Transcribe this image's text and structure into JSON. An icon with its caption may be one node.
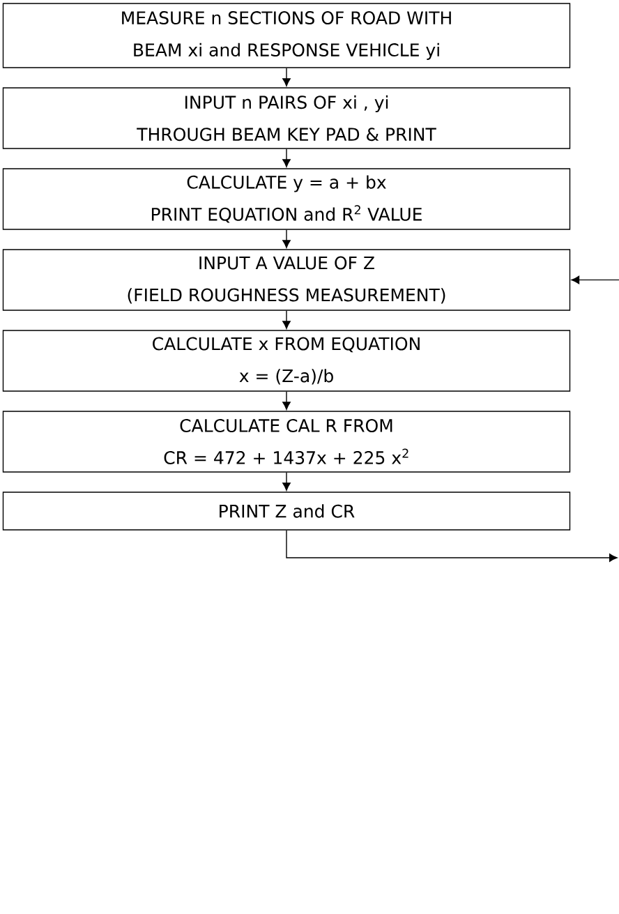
{
  "diagram": {
    "nodes": [
      {
        "text": [
          "MEASURE n SECTIONS OF ROAD WITH",
          "BEAM xi and RESPONSE VEHICLE yi"
        ]
      },
      {
        "text": [
          "INPUT n PAIRS OF xi , yi",
          "THROUGH BEAM KEY PAD & PRINT"
        ]
      },
      {
        "text": [
          "CALCULATE y = a + bx",
          "PRINT EQUATION and R$^{2}$ VALUE"
        ]
      },
      {
        "text": [
          "INPUT A VALUE OF Z",
          "(FIELD ROUGHNESS MEASUREMENT)"
        ]
      },
      {
        "text": [
          "CALCULATE x FROM EQUATION",
          "x = (Z-a)/b"
        ]
      },
      {
        "text": [
          "CALCULATE CAL R FROM",
          "CR = 472 + 1437x + 225 x$^{2}$"
        ]
      },
      {
        "text": [
          "PRINT Z and CR"
        ]
      }
    ],
    "edges": [
      {
        "from": 0,
        "to": 1,
        "arrow": "to"
      },
      {
        "from": 1,
        "to": 2,
        "arrow": "to"
      },
      {
        "from": 2,
        "to": 3,
        "arrow": "to"
      },
      {
        "from": 3,
        "to": 4,
        "arrow": "to"
      },
      {
        "from": 4,
        "to": 5,
        "arrow": "to"
      },
      {
        "from": 5,
        "to": 6,
        "arrow": "to"
      },
      {
        "from": 6,
        "to": null,
        "arrow": "to"
      },
      {
        "from": null,
        "to": 3,
        "arrow": "to"
      }
    ]
  }
}
